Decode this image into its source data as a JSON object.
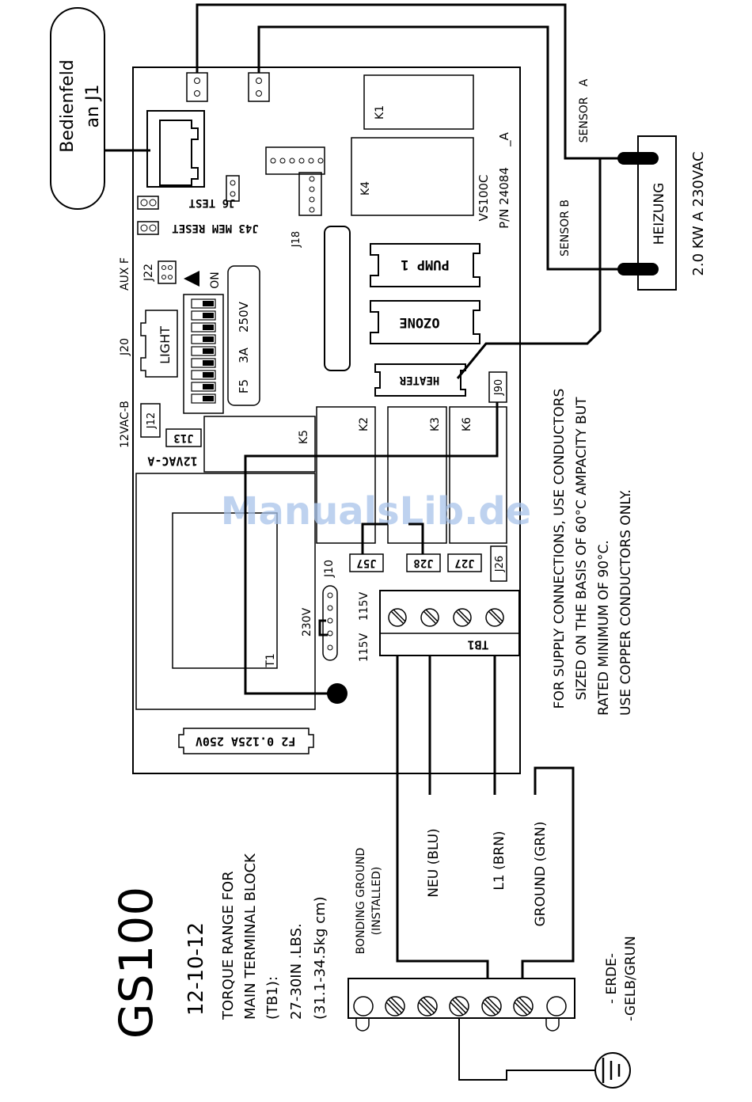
{
  "panel": {
    "line1": "Bedienfeld",
    "line2": "an J1"
  },
  "board": {
    "k1": "K1",
    "k4": "K4",
    "part_line1": "VS100C",
    "part_line2": "P/N 24084",
    "part_rev": "_A",
    "j6": "J6 TEST",
    "j43": "J43 MEM RESET",
    "j18": "J18",
    "pump": "PUMP 1",
    "ozone": "OZONE",
    "heater": "HEATER",
    "j22": "J22",
    "auxf": "AUX F",
    "on": "ON",
    "j20": "J20",
    "light": "LIGHT",
    "fuse5_rating": "3A    250V",
    "fuse5_label": "F5",
    "j12": "J12",
    "vac_b": "12VAC-B",
    "j13": "J13",
    "vac_a": "12VAC-A",
    "k5": "K5",
    "k2": "K2",
    "k3": "K3",
    "k6": "K6",
    "j90": "J90",
    "j57": "J57",
    "j28": "J28",
    "j27": "J27",
    "j26": "J26",
    "j10": "J10",
    "v230": "230V",
    "v115a": "115V",
    "v115b": "115V",
    "t1": "T1",
    "tb1": "TB1",
    "fuse2": "F2 0.125A 250V",
    "watermark": "ManualsLib.de"
  },
  "heater_unit": {
    "sensor_a": "SENSOR   A",
    "sensor_b": "SENSOR B",
    "name": "HEIZUNG",
    "rating": "2.0 KW A 230VAC"
  },
  "notes": {
    "line1": "FOR SUPPLY CONNECTIONS, USE CONDUCTORS",
    "line2": "SIZED ON THE BASIS OF 60°C AMPACITY BUT",
    "line3": "RATED MINIMUM OF 90°C.",
    "line4": "USE COPPER CONDUCTORS ONLY."
  },
  "wires": {
    "neu": "NEU (BLU)",
    "l1": "L1 (BRN)",
    "ground": "GROUND (GRN)",
    "bonding1": "BONDING GROUND",
    "bonding2": "(INSTALLED)"
  },
  "title_block": {
    "model": "GS100",
    "date": "12-10-12",
    "torque1": "TORQUE RANGE FOR",
    "torque2": "MAIN TERMINAL BLOCK",
    "torque3": "(TB1):",
    "torque4": "27-30IN .LBS.",
    "torque5": "(31.1-34.5kg cm)"
  },
  "earth": {
    "line1": "- ERDE-",
    "line2": "-GELB/GRUN"
  }
}
